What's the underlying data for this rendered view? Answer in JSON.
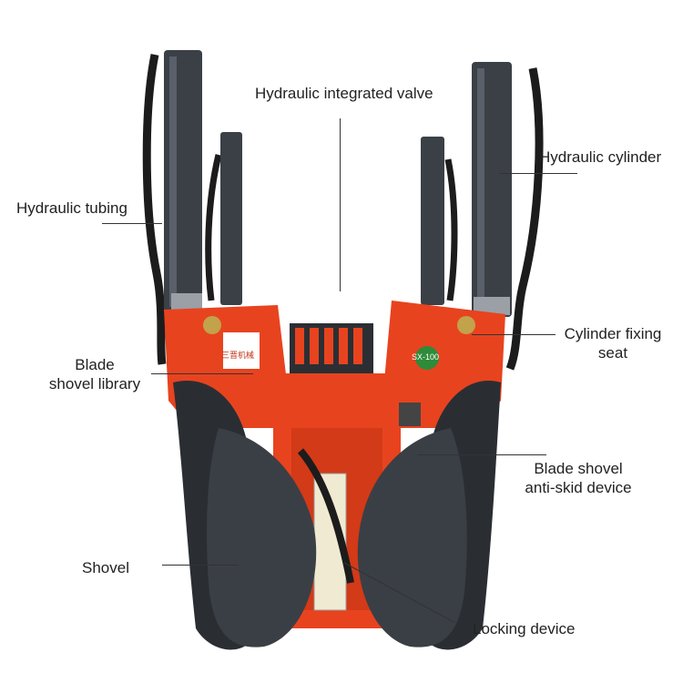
{
  "diagram": {
    "labels": {
      "hydraulic_valve": "Hydraulic integrated valve",
      "hydraulic_cylinder": "Hydraulic cylinder",
      "hydraulic_tubing": "Hydraulic tubing",
      "cylinder_fixing_seat": {
        "line1": "Cylinder fixing",
        "line2": "seat"
      },
      "blade_shovel_library": {
        "line1": "Blade",
        "line2": "shovel library"
      },
      "anti_skid": {
        "line1": "Blade shovel",
        "line2": "anti-skid device"
      },
      "shovel": "Shovel",
      "locking_device": "Locking device"
    },
    "machine_marks": {
      "left_plate": "三晋机械",
      "right_badge": "SX-100"
    },
    "colors": {
      "frame_orange": "#e8431f",
      "cylinder_gray": "#3b4047",
      "blade_dark": "#2a2e33"
    }
  }
}
